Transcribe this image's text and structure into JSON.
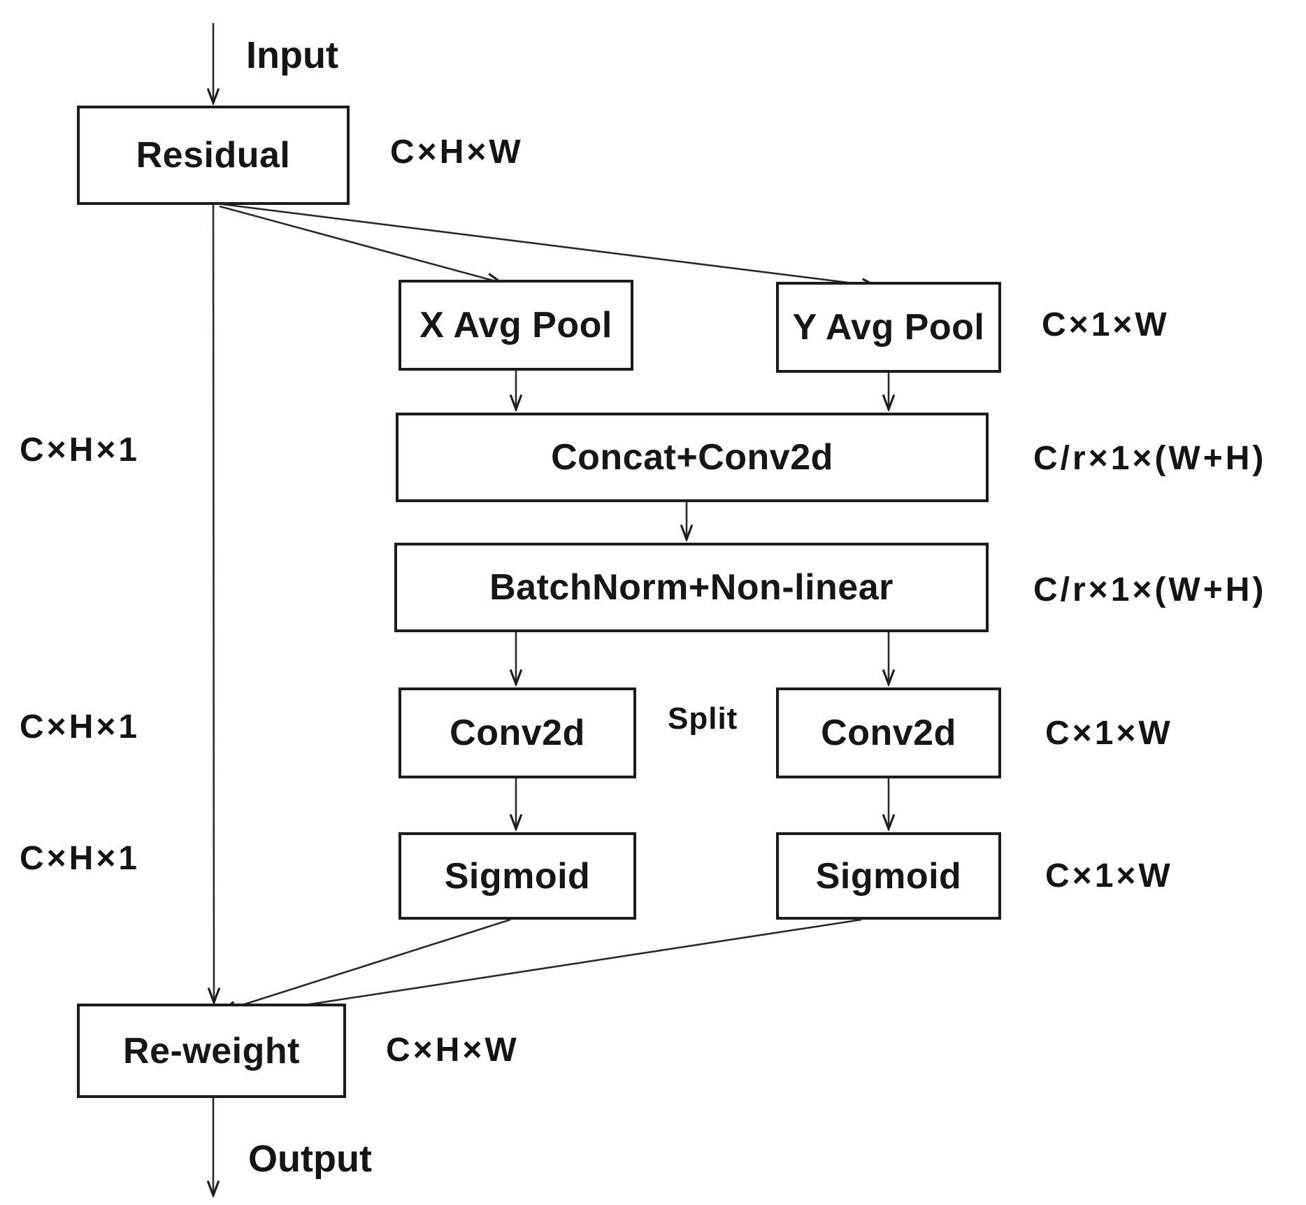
{
  "diagram": {
    "title_semantics": "Coordinate Attention block flowchart",
    "io": {
      "input_label": "Input",
      "output_label": "Output",
      "split_label": "Split"
    },
    "nodes": {
      "residual": "Residual",
      "x_avg_pool": "X Avg Pool",
      "y_avg_pool": "Y Avg Pool",
      "concat_conv2d": "Concat+Conv2d",
      "batchnorm_nonlinear": "BatchNorm+Non-linear",
      "conv2d_left": "Conv2d",
      "conv2d_right": "Conv2d",
      "sigmoid_left": "Sigmoid",
      "sigmoid_right": "Sigmoid",
      "reweight": "Re-weight"
    },
    "dims": {
      "residual_right": "C×H×W",
      "pool_row_right": "C×1×W",
      "concat_row_right": "C/r×1×(W+H)",
      "batchnorm_row_right": "C/r×1×(W+H)",
      "left_branch_1": "C×H×1",
      "left_branch_2": "C×H×1",
      "left_branch_3": "C×H×1",
      "conv_row_right": "C×1×W",
      "sigmoid_row_right": "C×1×W",
      "reweight_right": "C×H×W"
    },
    "colors": {
      "stroke": "#1c1c1c",
      "background": "#ffffff",
      "text": "#141414"
    }
  }
}
